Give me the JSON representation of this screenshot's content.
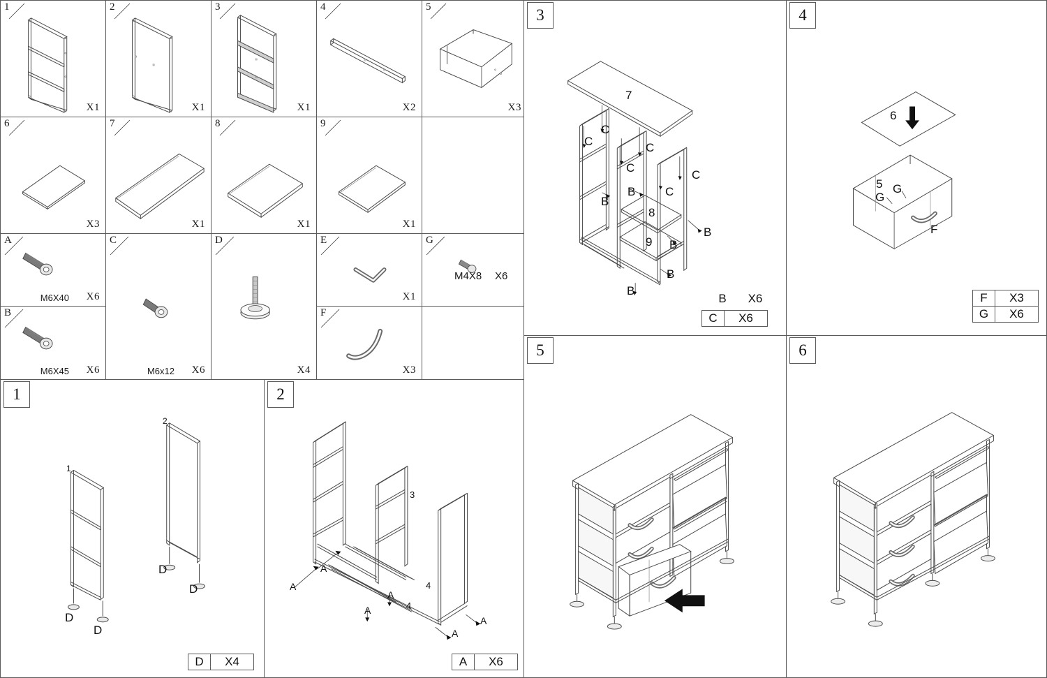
{
  "document": {
    "type": "furniture-assembly-instructions",
    "product": "3-drawer fabric dresser with open shelves"
  },
  "parts_panel": {
    "rows": [
      [
        {
          "index": "1",
          "qty": "X1",
          "art": "side-frame-ladder-tall",
          "spec": ""
        },
        {
          "index": "2",
          "qty": "X1",
          "art": "side-frame-plain-tall",
          "spec": ""
        },
        {
          "index": "3",
          "qty": "X1",
          "art": "center-frame-ladder",
          "spec": ""
        },
        {
          "index": "4",
          "qty": "X2",
          "art": "long-rail-bar",
          "spec": ""
        },
        {
          "index": "5",
          "qty": "X3",
          "art": "fabric-drawer-bin",
          "spec": ""
        }
      ],
      [
        {
          "index": "6",
          "qty": "X3",
          "art": "drawer-base-board",
          "spec": ""
        },
        {
          "index": "7",
          "qty": "X1",
          "art": "top-board-long",
          "spec": ""
        },
        {
          "index": "8",
          "qty": "X1",
          "art": "shelf-board-medium",
          "spec": ""
        },
        {
          "index": "9",
          "qty": "X1",
          "art": "shelf-board-small",
          "spec": ""
        },
        {
          "index": "",
          "qty": "",
          "art": "empty",
          "spec": ""
        }
      ]
    ]
  },
  "hardware_panel": {
    "items": [
      {
        "index": "A",
        "art": "bolt-long",
        "spec": "M6X40",
        "qty": "X6"
      },
      {
        "index": "B",
        "art": "bolt-long",
        "spec": "M6X45",
        "qty": "X6"
      },
      {
        "index": "C",
        "art": "bolt-short",
        "spec": "M6x12",
        "qty": "X6"
      },
      {
        "index": "D",
        "art": "leveling-foot",
        "spec": "",
        "qty": "X4"
      },
      {
        "index": "E",
        "art": "allen-key",
        "spec": "",
        "qty": "X1"
      },
      {
        "index": "F",
        "art": "drawer-handle",
        "spec": "",
        "qty": "X3"
      },
      {
        "index": "G",
        "art": "screw-small",
        "spec": "M4X8",
        "qty": "X6"
      }
    ]
  },
  "steps": [
    {
      "number": "1",
      "callouts": [
        {
          "text": "1",
          "kind": "part"
        },
        {
          "text": "2",
          "kind": "part"
        },
        {
          "text": "D",
          "kind": "hardware"
        },
        {
          "text": "D",
          "kind": "hardware"
        },
        {
          "text": "D",
          "kind": "hardware"
        },
        {
          "text": "D",
          "kind": "hardware"
        }
      ],
      "table": [
        {
          "key": "D",
          "value": "X4",
          "boxed": true
        }
      ]
    },
    {
      "number": "2",
      "callouts": [
        {
          "text": "3",
          "kind": "part"
        },
        {
          "text": "4",
          "kind": "part"
        },
        {
          "text": "4",
          "kind": "part"
        },
        {
          "text": "A",
          "kind": "hardware"
        },
        {
          "text": "A",
          "kind": "hardware"
        },
        {
          "text": "A",
          "kind": "hardware"
        },
        {
          "text": "A",
          "kind": "hardware"
        },
        {
          "text": "A",
          "kind": "hardware"
        },
        {
          "text": "A",
          "kind": "hardware"
        }
      ],
      "table": [
        {
          "key": "A",
          "value": "X6",
          "boxed": true
        }
      ]
    },
    {
      "number": "3",
      "callouts": [
        {
          "text": "7",
          "kind": "part"
        },
        {
          "text": "8",
          "kind": "part"
        },
        {
          "text": "9",
          "kind": "part"
        },
        {
          "text": "C",
          "kind": "hardware"
        },
        {
          "text": "C",
          "kind": "hardware"
        },
        {
          "text": "C",
          "kind": "hardware"
        },
        {
          "text": "C",
          "kind": "hardware"
        },
        {
          "text": "C",
          "kind": "hardware"
        },
        {
          "text": "C",
          "kind": "hardware"
        },
        {
          "text": "B",
          "kind": "hardware"
        },
        {
          "text": "B",
          "kind": "hardware"
        },
        {
          "text": "B",
          "kind": "hardware"
        },
        {
          "text": "B",
          "kind": "hardware"
        },
        {
          "text": "B",
          "kind": "hardware"
        },
        {
          "text": "B",
          "kind": "hardware"
        }
      ],
      "table": [
        {
          "key": "B",
          "value": "X6",
          "boxed": false
        },
        {
          "key": "C",
          "value": "X6",
          "boxed": true
        }
      ]
    },
    {
      "number": "4",
      "callouts": [
        {
          "text": "6",
          "kind": "part"
        },
        {
          "text": "5",
          "kind": "part"
        },
        {
          "text": "G",
          "kind": "hardware"
        },
        {
          "text": "G",
          "kind": "hardware"
        },
        {
          "text": "F",
          "kind": "hardware"
        }
      ],
      "table": [
        {
          "key": "F",
          "value": "X3",
          "boxed": true
        },
        {
          "key": "G",
          "value": "X6",
          "boxed": true
        }
      ]
    },
    {
      "number": "5",
      "callouts": [],
      "table": []
    },
    {
      "number": "6",
      "callouts": [],
      "table": []
    }
  ],
  "colors": {
    "line": "#4a4a4a",
    "border": "#5a5a5a",
    "text": "#111111",
    "arrow": "#111111",
    "paper": "#ffffff"
  }
}
